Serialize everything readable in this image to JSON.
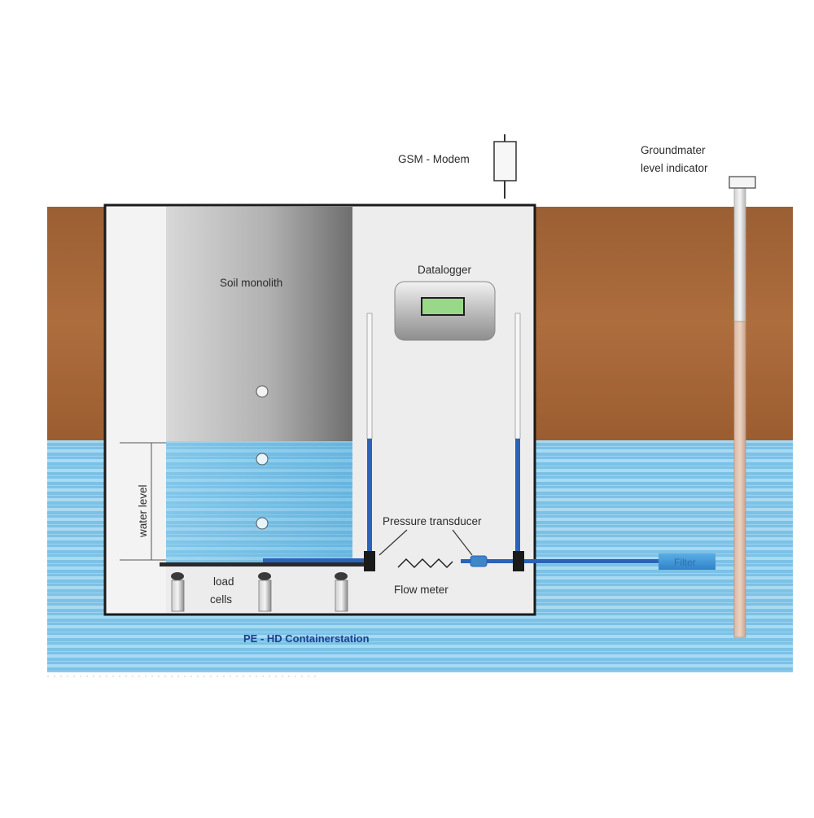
{
  "labels": {
    "gsm_modem": "GSM - Modem",
    "groundwater_line1": "Groundmater",
    "groundwater_line2": "level indicator",
    "datalogger": "Datalogger",
    "soil_monolith": "Soil monolith",
    "water_level": "water level",
    "pressure_transducer": "Pressure transducer",
    "load_cells_line1": "load",
    "load_cells_line2": "cells",
    "flow_meter": "Flow meter",
    "filter": "Filter",
    "pe_hd": "PE - HD Containerstation"
  },
  "colors": {
    "soil": "#a7673a",
    "water": "#7fc4e8",
    "water_stripe": "#a9dbf3",
    "pipe": "#2a63b8",
    "container_border": "#1b1b1b",
    "datalogger_screen": "#8ed27c"
  }
}
